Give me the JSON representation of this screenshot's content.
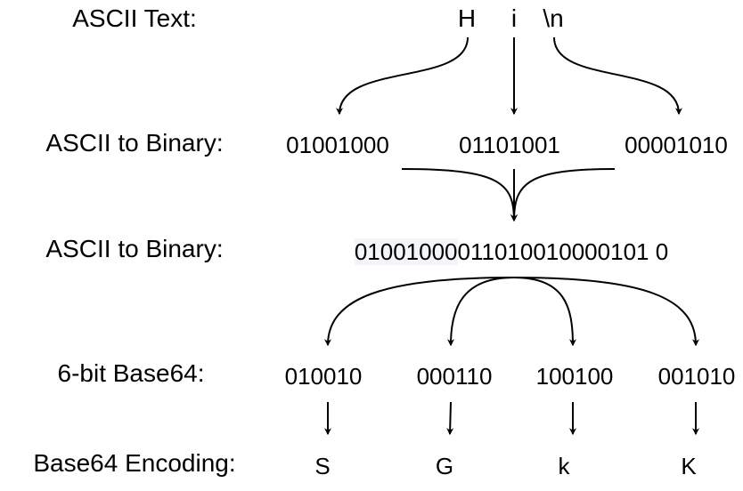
{
  "rows": {
    "ascii_text_label": "ASCII Text:",
    "ascii_to_binary_label": "ASCII to Binary:",
    "combined_binary_label": "ASCII to Binary:",
    "sixbit_label": "6-bit Base64:",
    "encoding_label": "Base64 Encoding:"
  },
  "characters": [
    "H",
    "i",
    "\\n"
  ],
  "binary_bytes": [
    "01001000",
    "01101001",
    "00001010"
  ],
  "combined_binary": {
    "highlighted": "01001000",
    "rest": "011010010000101 0"
  },
  "sixbit_groups": [
    "010010",
    "000110",
    "100100",
    "001010"
  ],
  "encoded_chars": [
    "S",
    "G",
    "k",
    "K"
  ],
  "colors": {
    "stroke": "#000000",
    "highlight_bg": "#f3f5f9"
  }
}
